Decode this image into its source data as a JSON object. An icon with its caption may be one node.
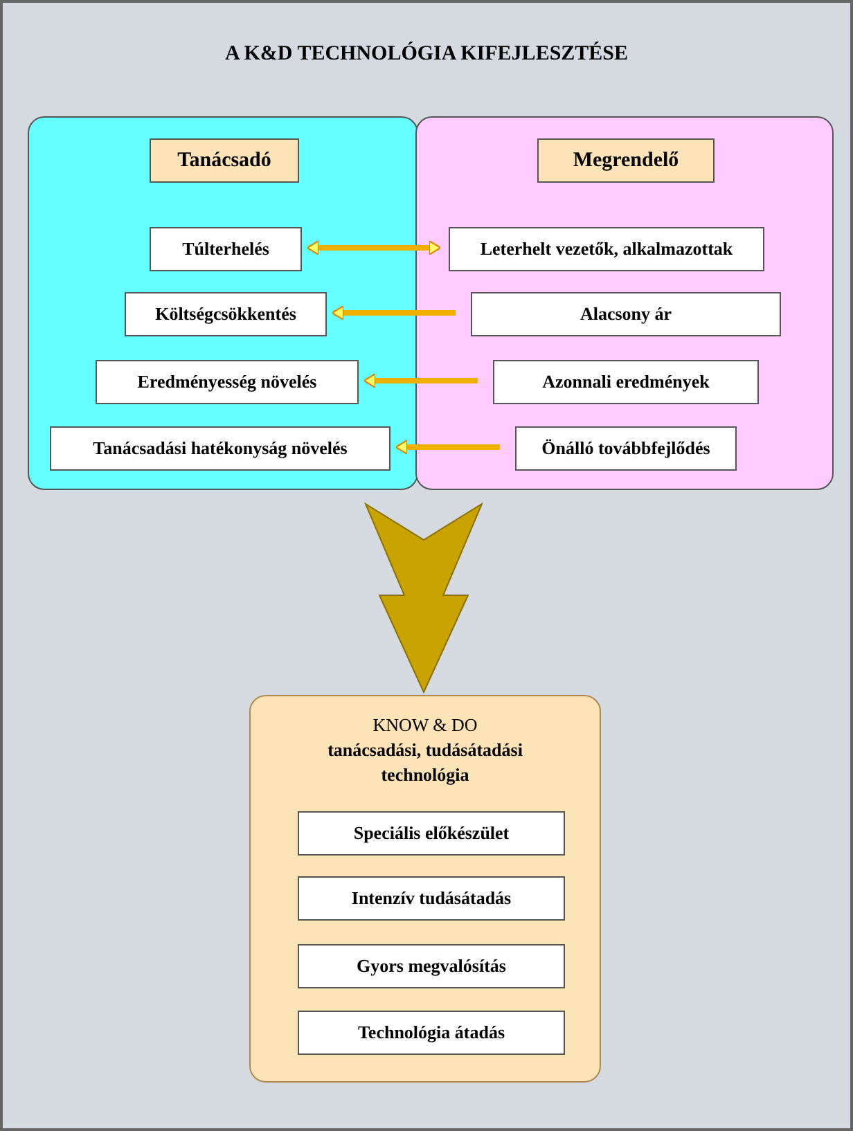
{
  "diagram": {
    "title": "A K&D TECHNOLÓGIA KIFEJLESZTÉSE",
    "nodes": [
      {
        "text": [],
        "shape": "box"
      },
      {
        "text": [
          "Tanácsadó"
        ],
        "in": 0
      },
      {
        "text": [
          "Túlterhelés"
        ],
        "in": 0
      },
      {
        "text": [
          "Költségcsökkentés"
        ],
        "in": 0
      },
      {
        "text": [
          "Eredményesség növelés"
        ],
        "in": 0
      },
      {
        "text": [
          "Tanácsadási hatékonyság növelés"
        ],
        "in": 0
      },
      {
        "text": [],
        "shape": "box"
      },
      {
        "text": [
          "Megrendelő"
        ],
        "in": 6
      },
      {
        "text": [
          "Leterhelt vezetők, alkalmazottak"
        ],
        "in": 6
      },
      {
        "text": [
          "Alacsony ár"
        ],
        "in": 6
      },
      {
        "text": [
          "Azonnali eredmények"
        ],
        "in": 6
      },
      {
        "text": [
          "Önálló továbbfejlődés"
        ],
        "in": 6
      },
      {
        "text": [
          "KNOW & DO",
          "tanácsadási, tudásátadási technológia"
        ]
      },
      {
        "text": [
          "Speciális előkészület"
        ],
        "in": 12
      },
      {
        "text": [
          "Intenzív tudásátadás"
        ],
        "in": 12
      },
      {
        "text": [
          "Gyors megvalósítás"
        ],
        "in": 12
      },
      {
        "text": [
          "Technológia átadás"
        ],
        "in": 12
      }
    ],
    "edges": [
      {
        "from": 2,
        "to": 8,
        "arrow": "both"
      },
      {
        "from": 9,
        "to": 3,
        "arrow": "to"
      },
      {
        "from": 10,
        "to": 4,
        "arrow": "to"
      },
      {
        "from": 11,
        "to": 5,
        "arrow": "to"
      },
      {
        "from": 0,
        "to": 12,
        "arrow": "to",
        "style": "thick",
        "color": "#c9a400"
      },
      {
        "from": 6,
        "to": 12,
        "arrow": "to",
        "style": "thick",
        "color": "#c9a400"
      }
    ]
  }
}
